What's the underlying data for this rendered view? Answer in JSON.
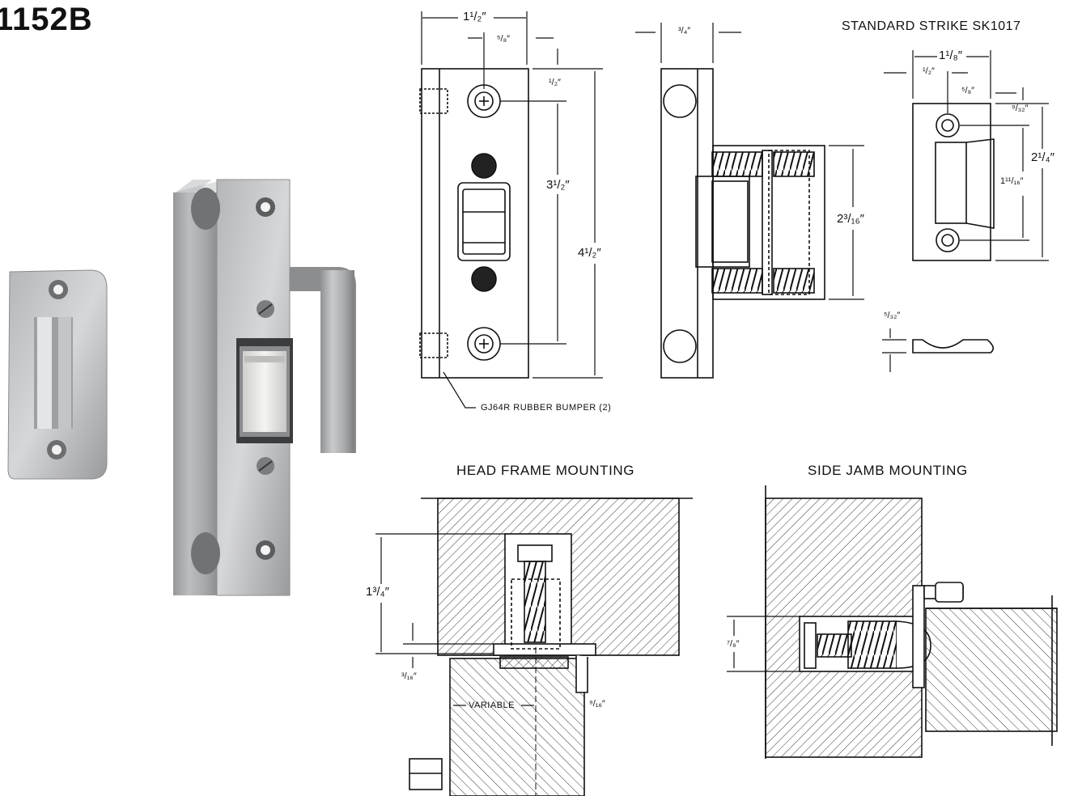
{
  "model_number": "1152B",
  "strike_title": "STANDARD STRIKE SK1017",
  "bumper_label": "GJ64R RUBBER BUMPER (2)",
  "head_frame_title": "HEAD FRAME MOUNTING",
  "side_jamb_title": "SIDE JAMB MOUNTING",
  "variable_label": "VARIABLE",
  "dims": {
    "front_width": "1¹/₂″",
    "screw_offset": "⁵/₈″",
    "top_offset": "¹/₂″",
    "hole_spacing": "3¹/₂″",
    "overall_height": "4¹/₂″",
    "side_depth": "³/₄″",
    "roller_height": "2³/₁₆″",
    "strike_width": "1¹/₈″",
    "strike_half": "¹/₂″",
    "strike_offset": "⁵/₈″",
    "strike_top": "⁹/₃₂″",
    "strike_height": "2¹/₄″",
    "strike_hole_spacing": "1¹¹/₁₆″",
    "strike_thickness": "⁵/₃₂″",
    "head_height": "1³/₄″",
    "head_gap": "³/₁₆″",
    "head_lip": "⁹/₁₆″",
    "jamb_gap": "⁷/₈″"
  }
}
